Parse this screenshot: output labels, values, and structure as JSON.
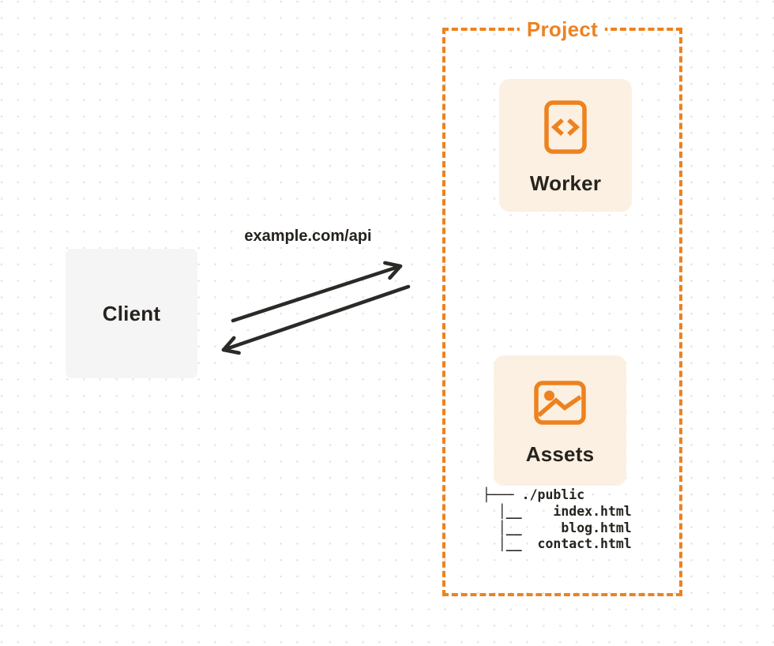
{
  "diagram": {
    "client": {
      "label": "Client"
    },
    "request": {
      "url_label": "example.com/api"
    },
    "project": {
      "label": "Project",
      "worker": {
        "label": "Worker",
        "icon": "code-file-icon"
      },
      "assets": {
        "label": "Assets",
        "icon": "image-icon",
        "folder": "./public",
        "files": [
          "index.html",
          "blog.html",
          "contact.html"
        ],
        "tree_text": "├─── ./public\n  │__    index.html\n  │__     blog.html\n  │__  contact.html"
      }
    },
    "colors": {
      "accent": "#ED821F",
      "card_cream": "#FBF0E2",
      "client_gray": "#F5F5F6",
      "ink": "#26231E",
      "arrow": "#2B2A27"
    }
  }
}
